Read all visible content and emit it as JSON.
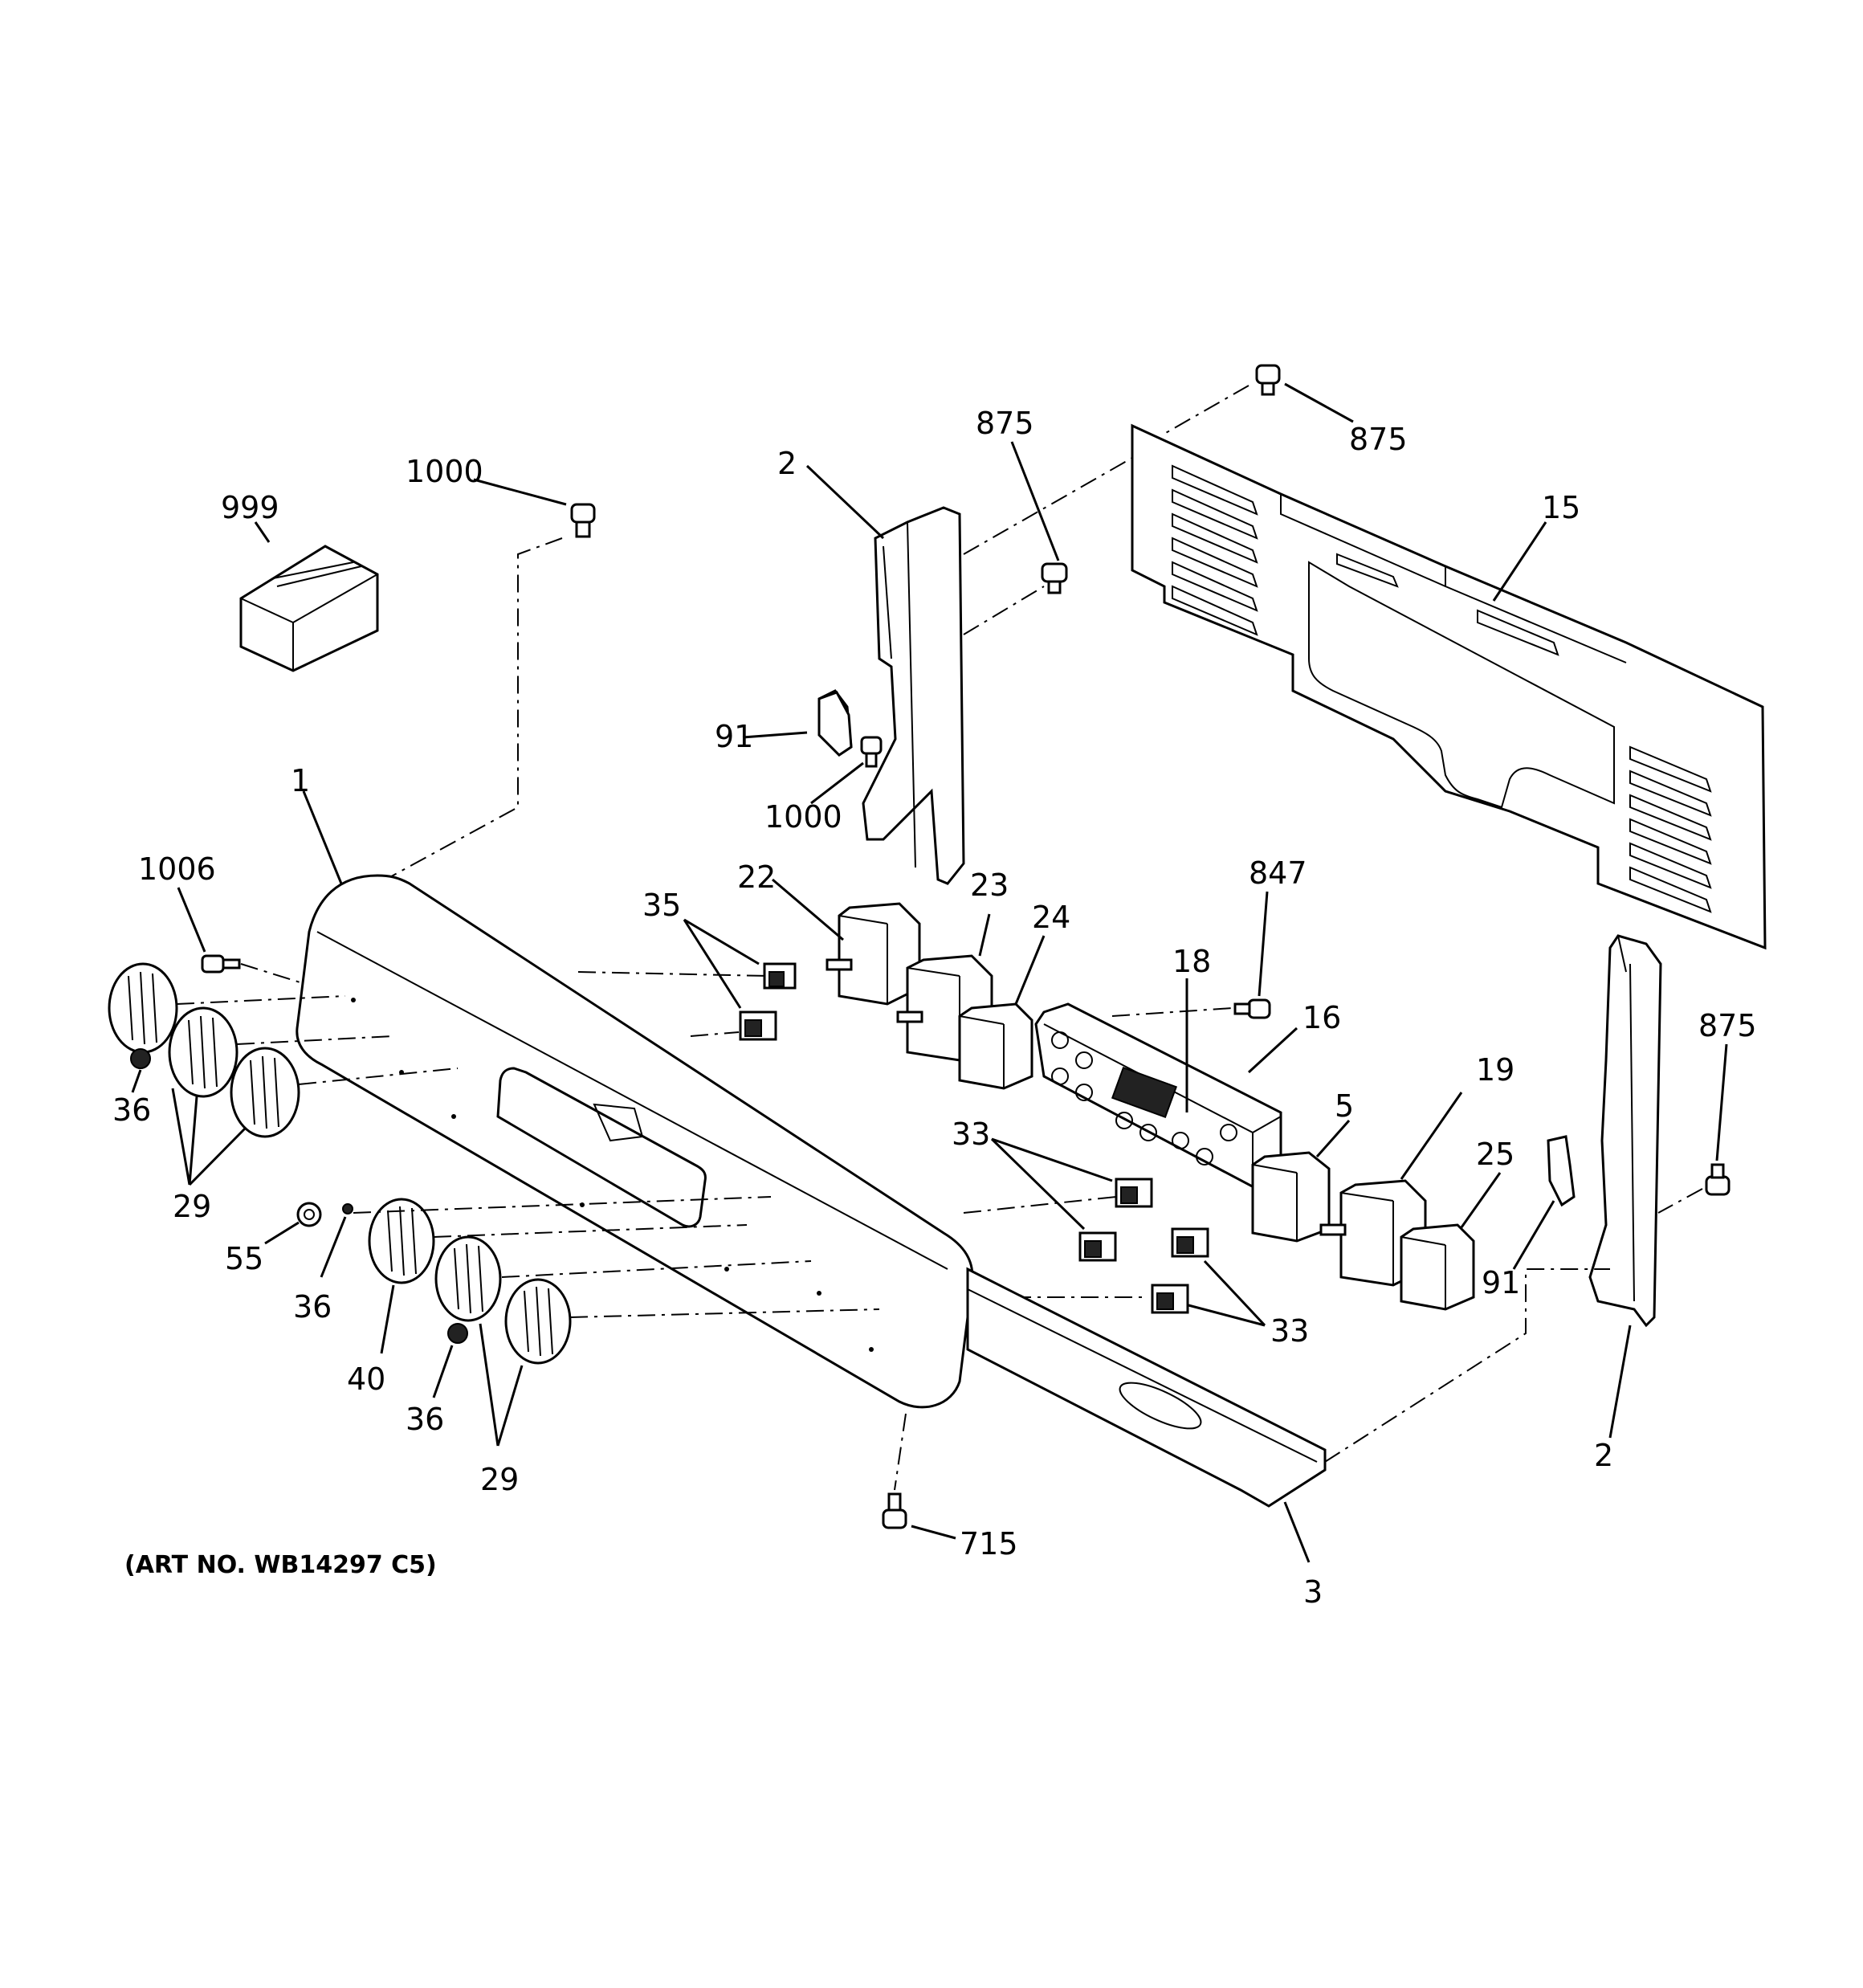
{
  "callouts": {
    "c999": "999",
    "c1000a": "1000",
    "c1000b": "1000",
    "c2a": "2",
    "c2b": "2",
    "c875a": "875",
    "c875b": "875",
    "c875c": "875",
    "c15": "15",
    "c91a": "91",
    "c91b": "91",
    "c1": "1",
    "c1006": "1006",
    "c22": "22",
    "c23": "23",
    "c24": "24",
    "c35": "35",
    "c847": "847",
    "c18": "18",
    "c16": "16",
    "c36a": "36",
    "c36b": "36",
    "c36c": "36",
    "c29a": "29",
    "c29b": "29",
    "c33a": "33",
    "c33b": "33",
    "c5": "5",
    "c19": "19",
    "c25": "25",
    "c55": "55",
    "c40": "40",
    "c715": "715",
    "c3": "3"
  },
  "art_number": "(ART NO. WB14297 C5)"
}
